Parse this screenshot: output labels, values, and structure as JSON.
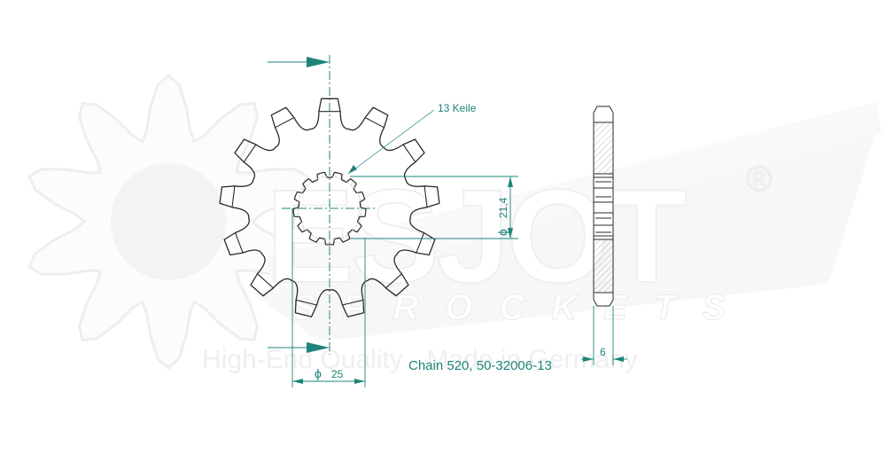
{
  "drawing": {
    "part_caption": "Chain 520, 50-32006-13",
    "callout_splines": "13 Keile",
    "dim_outer_hub": {
      "symbol": "ϕ",
      "value": "25"
    },
    "dim_spline": {
      "symbol": "ϕ",
      "value": "21,4"
    },
    "dim_thickness": {
      "value": "6"
    },
    "teeth_count": 13,
    "spline_count": 13
  },
  "watermark": {
    "brand": "ESJOT",
    "registered": "®",
    "sub_brand": "SPROCKETS",
    "tagline": "High-End Quality - Made in Germany"
  },
  "colors": {
    "dimension": "#1e8479",
    "outline": "#2a2a2a",
    "watermark": "#efefef",
    "watermark_fill": "#f3f3f3"
  }
}
